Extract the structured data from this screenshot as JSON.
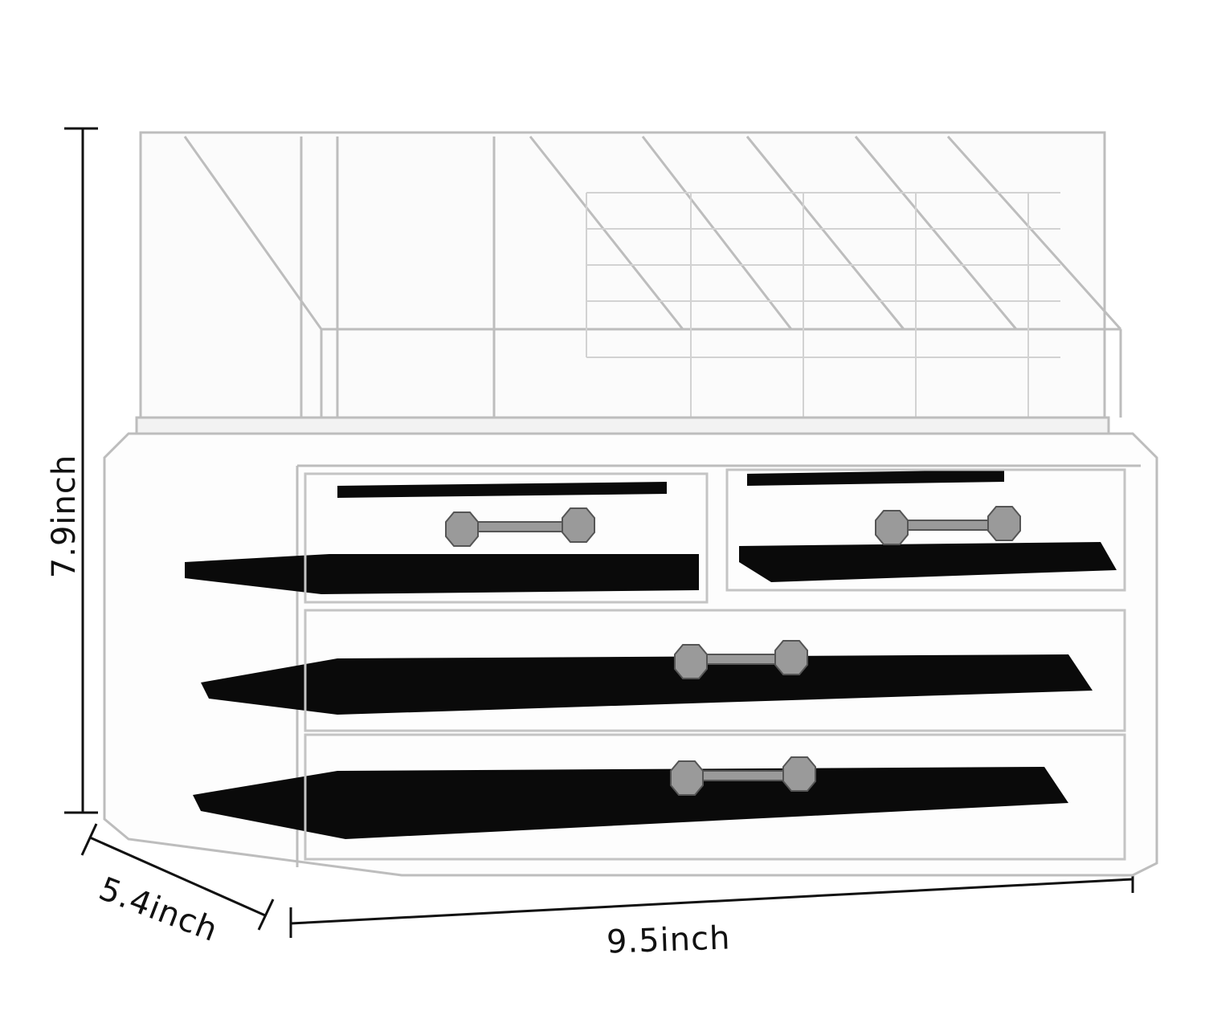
{
  "product": {
    "description": "Clear acrylic makeup organizer with lipstick/brush holder top and 4 drawers with black liners",
    "drawers": 4,
    "top_compartments_visible": "slanted multi-slot holder"
  },
  "dimensions": {
    "height": "7.9inch",
    "depth": "5.4inch",
    "width": "9.5inch"
  },
  "colors": {
    "background": "#ffffff",
    "acrylic_edge": "#c8c8c8",
    "drawer_liner": "#0a0a0a",
    "dimension_line": "#111111"
  }
}
